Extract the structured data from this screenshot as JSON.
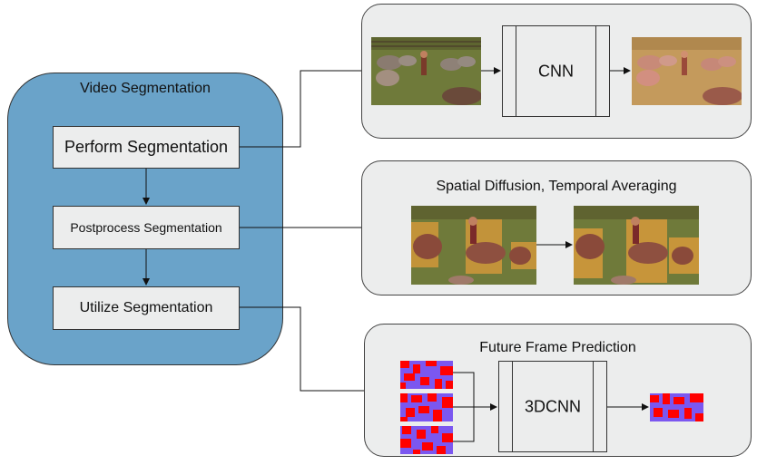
{
  "left_panel": {
    "title": "Video Segmentation",
    "steps": [
      "Perform Segmentation",
      "Postprocess Segmentation",
      "Utilize Segmentation"
    ]
  },
  "panels": {
    "cnn": {
      "model_label": "CNN"
    },
    "diffusion": {
      "title": "Spatial Diffusion, Temporal Averaging"
    },
    "future": {
      "title": "Future Frame Prediction",
      "model_label": "3DCNN"
    }
  },
  "colors": {
    "left_panel_fill": "#6aa3c9",
    "box_fill": "#eceded",
    "mask_red": "#ff0000",
    "mask_purple": "#7b57f0",
    "overlay_orange": "#d79a3a"
  }
}
